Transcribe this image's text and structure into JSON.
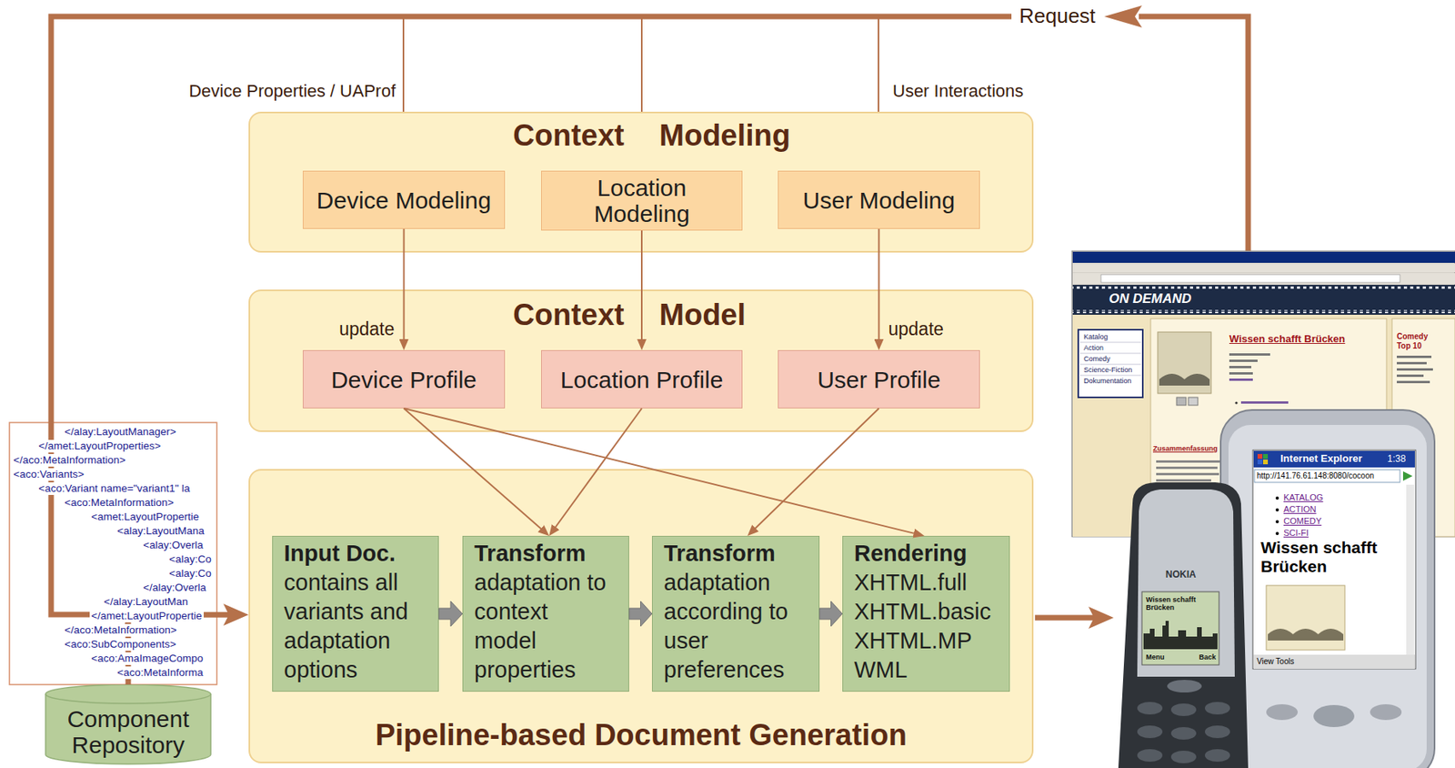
{
  "diagram": {
    "nodes": [
      {
        "text": [
          "Context Modeling"
        ]
      },
      {
        "text": [
          "Device Modeling"
        ],
        "in": 0
      },
      {
        "text": [
          "Location Modeling"
        ],
        "in": 0
      },
      {
        "text": [
          "User Modeling"
        ],
        "in": 0
      },
      {
        "text": [
          "Context Model"
        ]
      },
      {
        "text": [
          "Device Profile"
        ],
        "in": 4
      },
      {
        "text": [
          "Location Profile"
        ],
        "in": 4
      },
      {
        "text": [
          "User Profile"
        ],
        "in": 4
      },
      {
        "text": [
          "Pipeline-based Document Generation"
        ]
      },
      {
        "text": [
          "Input Doc.",
          "contains all variants and adaptation options"
        ],
        "in": 8
      },
      {
        "text": [
          "Transform",
          "adaptation to context model properties"
        ],
        "in": 8
      },
      {
        "text": [
          "Transform",
          "adaptation according to user preferences"
        ],
        "in": 8
      },
      {
        "text": [
          "Rendering",
          "XHTML.full XHTML.basic XHTML.MP WML"
        ],
        "in": 8
      },
      {
        "text": [
          "Component Repository"
        ]
      }
    ],
    "edges": [
      {
        "from": 1,
        "to": 5,
        "arrow": "to",
        "label": "update"
      },
      {
        "from": 2,
        "to": 6,
        "arrow": "to"
      },
      {
        "from": 3,
        "to": 7,
        "arrow": "to",
        "label": "update"
      },
      {
        "from": 5,
        "to": 10,
        "arrow": "to"
      },
      {
        "from": 5,
        "to": 12,
        "arrow": "to"
      },
      {
        "from": 6,
        "to": 10,
        "arrow": "to"
      },
      {
        "from": 7,
        "to": 11,
        "arrow": "to"
      },
      {
        "from": 9,
        "to": 10,
        "arrow": "to"
      },
      {
        "from": 10,
        "to": 11,
        "arrow": "to"
      },
      {
        "from": 11,
        "to": 12,
        "arrow": "to"
      },
      {
        "from": 13,
        "to": 8,
        "arrow": "to"
      }
    ],
    "labels": [
      "Request",
      "Device Properties / UAProf",
      "User Interactions",
      "</alay:LayoutManager>",
      "</amet:LayoutProperties>",
      "</aco:MetaInformation>",
      "<aco:Variants>",
      "<aco:Variant name=\"variant1\" la",
      "<aco:MetaInformation>",
      "<amet:LayoutPropertie",
      "<alay:LayoutMana",
      "<alay:Overla",
      "<alay:Co",
      "<alay:Co",
      "</alay:Overla",
      "</alay:LayoutMan",
      "</amet:LayoutPropertie",
      "</aco:MetaInformation>",
      "<aco:SubComponents>",
      "<aco:AmaImageCompo",
      "<aco:MetaInforma",
      "ON DEMAND",
      "Katalog",
      "Action",
      "Comedy",
      "Science-Fiction",
      "Dokumentation",
      "Wissen schafft Brücken",
      "Comedy Top 10",
      "Zusammenfassung",
      "Internet Explorer",
      "1:38",
      "http://141.76.61.148:8080/cocoon",
      "KATALOG",
      "ACTION",
      "COMEDY",
      "SCI-FI",
      "Wissen schafft Brücken",
      "View Tools",
      "NOKIA",
      "Wissen schafft Brücken",
      "Menu",
      "Back"
    ]
  }
}
